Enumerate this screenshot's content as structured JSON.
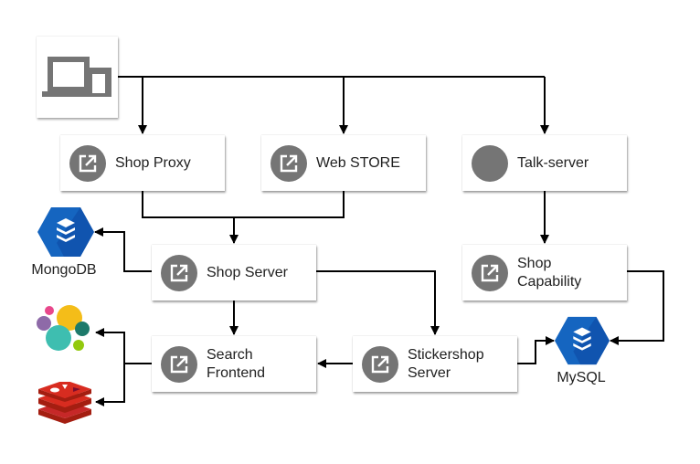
{
  "nodes": {
    "shop_proxy": "Shop Proxy",
    "web_store": "Web STORE",
    "talk_server": "Talk-server",
    "shop_server": "Shop Server",
    "shop_capability": "Shop\nCapability",
    "search_frontend": "Search\nFrontend",
    "stickershop_server": "Stickershop\nServer"
  },
  "external": {
    "mongodb": "MongoDB",
    "mysql": "MySQL"
  },
  "icons": {
    "client": "devices-icon",
    "service": "launch-icon",
    "talk": "plain-circle-icon",
    "datastore": "database-hexagon-icon",
    "elastic": "elasticsearch-icon",
    "redis": "redis-icon"
  },
  "colors": {
    "icon_gray": "#757575",
    "database_blue": "#1565C0",
    "redis_red": "#C62828"
  }
}
